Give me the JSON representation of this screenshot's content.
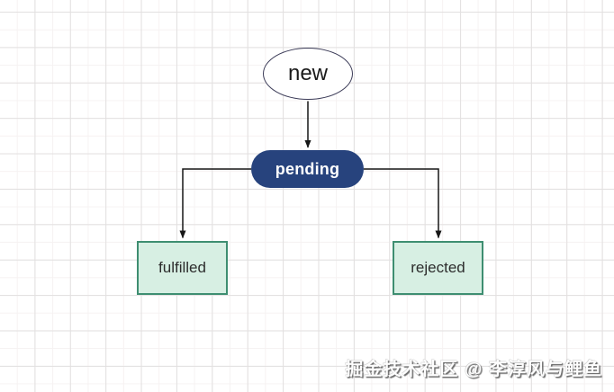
{
  "diagram": {
    "nodes": {
      "new": {
        "label": "new",
        "shape": "ellipse",
        "fill": "#ffffff",
        "stroke": "#3c3c58",
        "text_color": "#1a1a1a"
      },
      "pending": {
        "label": "pending",
        "shape": "pill",
        "fill": "#27437d",
        "text_color": "#ffffff"
      },
      "fulfilled": {
        "label": "fulfilled",
        "shape": "rectangle",
        "fill": "#d7efe3",
        "stroke": "#3e8e71",
        "text_color": "#2d2d2d"
      },
      "rejected": {
        "label": "rejected",
        "shape": "rectangle",
        "fill": "#d7efe3",
        "stroke": "#3e8e71",
        "text_color": "#2d2d2d"
      }
    },
    "edges": [
      {
        "from": "new",
        "to": "pending",
        "style": "straight-arrow"
      },
      {
        "from": "pending",
        "to": "fulfilled",
        "style": "orthogonal-arrow"
      },
      {
        "from": "pending",
        "to": "rejected",
        "style": "orthogonal-arrow"
      }
    ],
    "edge_color": "#161616"
  },
  "watermark": {
    "text": "掘金技术社区 @ 李淳风与鲤鱼"
  },
  "canvas": {
    "background": "#ffffff",
    "grid_major_color": "#e2e0e0",
    "grid_minor_color": "#f6f2f2"
  }
}
